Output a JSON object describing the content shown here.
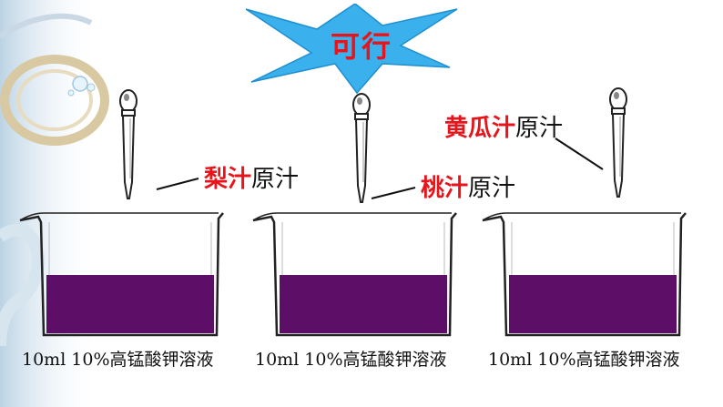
{
  "banner": {
    "text": "可行"
  },
  "labels": [
    {
      "fruit": "梨汁",
      "suffix": "原汁"
    },
    {
      "fruit": "桃汁",
      "suffix": "原汁"
    },
    {
      "fruit": "黄瓜汁",
      "suffix": "原汁"
    }
  ],
  "captions": [
    "10ml  10%高锰酸钾溶液",
    "10ml  10%高锰酸钾溶液",
    "10ml  10%高锰酸钾溶液"
  ],
  "colors": {
    "liquid": "#5d0f68",
    "burst": "#3ab0ec",
    "accent_text": "#e8141b"
  }
}
